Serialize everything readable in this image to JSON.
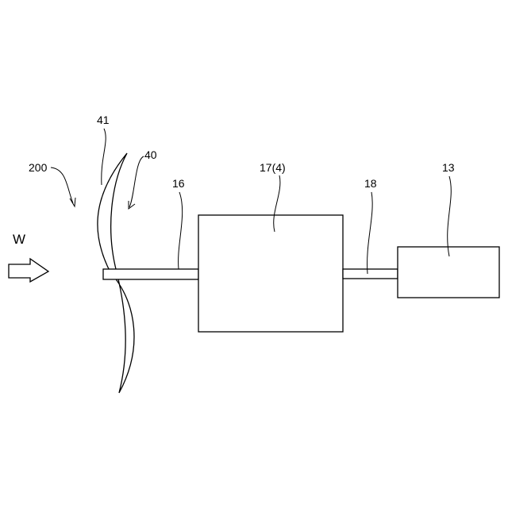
{
  "labels": {
    "wind": "W",
    "rotor": "200",
    "blade": "41",
    "blade_assembly": "40",
    "shaft_main": "16",
    "gearbox": "17(4)",
    "shaft_output": "18",
    "generator": "13"
  },
  "colors": {
    "line": "#000000",
    "background": "#ffffff"
  }
}
